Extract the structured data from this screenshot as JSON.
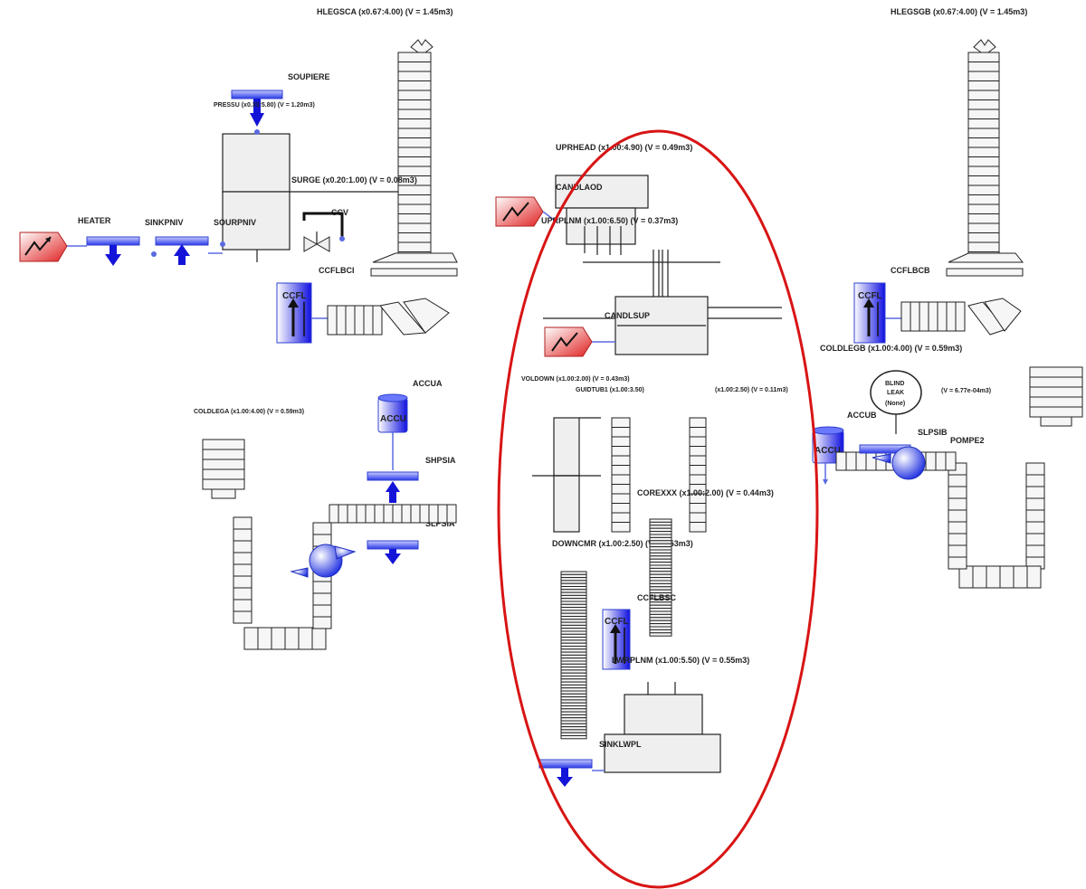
{
  "labels": {
    "hlegsca": "HLEGSCA (x0.67:4.00) (V = 1.45m3)",
    "hlegsgb": "HLEGSGB (x0.67:4.00) (V = 1.45m3)",
    "soupiere": "SOUPIERE",
    "pressu": "PRESSU (x0.33:5.80) (V = 1.20m3)",
    "surge": "SURGE (x0.20:1.00) (V = 0.08m3)",
    "ccv": "CCV",
    "heater": "HEATER",
    "sinkpniv": "SINKPNIV",
    "sourpniv": "SOURPNIV",
    "ccflbci": "CCFLBCI",
    "ccflbcb": "CCFLBCB",
    "uprhead": "UPRHEAD (x1.00:4.90) (V = 0.49m3)",
    "candlaod": "CANDLAOD",
    "uprplnm": "UPRPLNM (x1.00:6.50) (V = 0.37m3)",
    "candlsup": "CANDLSUP",
    "coldlegb": "COLDLEGB (x1.00:4.00) (V = 0.59m3)",
    "accua": "ACCUA",
    "coldlega": "COLDLEGA (x1.00:4.00) (V = 0.59m3)",
    "voldown": "VOLDOWN (x1.00:2.00) (V = 0.43m3)",
    "guidtub1": "GUIDTUB1 (x1.00:3.50)",
    "guidtub2": "(x1.00:2.50) (V = 0.11m3)",
    "blind_line1": "BLIND",
    "blind_line2": "LEAK",
    "blind_line3": "(None)",
    "blindleak_vol": "(V = 6.77e-04m3)",
    "accub": "ACCUB",
    "slpsib": "SLPSIB",
    "pompe2": "POMPE2",
    "shpsia": "SHPSIA",
    "slpsia": "SLPSIA",
    "corexxx": "COREXXX (x1.00:2.00) (V = 0.44m3)",
    "downcmr": "DOWNCMR (x1.00:2.50) (V = 0.53m3)",
    "ccflbsc": "CCFLBSC",
    "lwrplnm": "LWRPLNM (x1.00:5.50) (V = 0.55m3)",
    "sinklwpl": "SINKLWPL",
    "accu_badge": "ACCU",
    "ccfl_badge": "CCFL"
  },
  "colors": {
    "highlight_ellipse": "#d81414",
    "pipe_blue": "#1414d8",
    "connector": "#5a6ae0",
    "heater_red": "#e02020"
  },
  "icons": [
    "heater-icon",
    "sink-icon",
    "source-icon",
    "valve-icon",
    "pump-icon",
    "accumulator-icon",
    "ccfl-icon"
  ]
}
